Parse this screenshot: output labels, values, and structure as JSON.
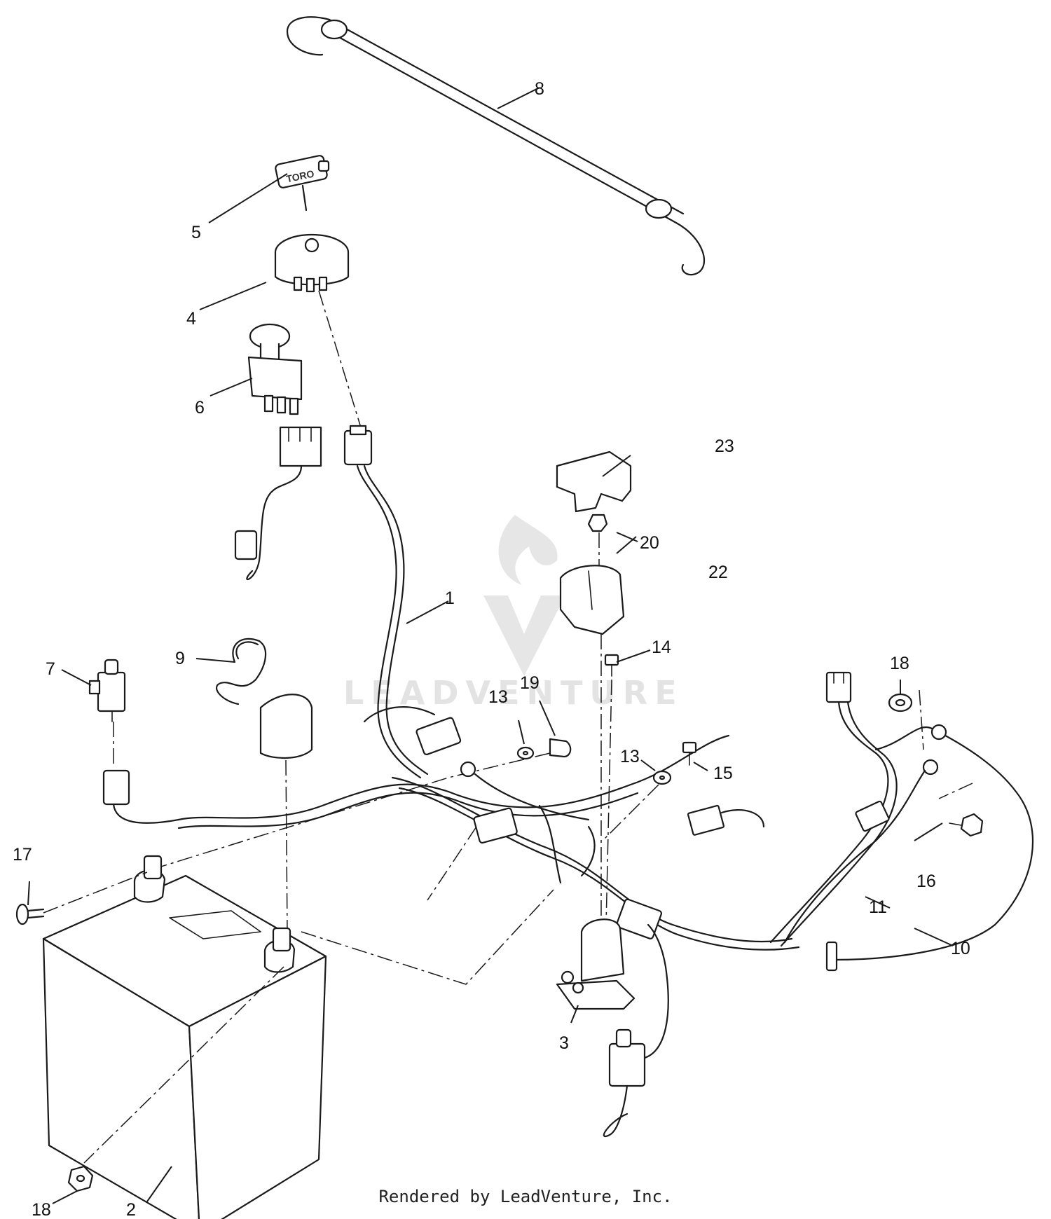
{
  "callouts": {
    "c1": "1",
    "c2": "2",
    "c3": "3",
    "c4": "4",
    "c5": "5",
    "c6": "6",
    "c7": "7",
    "c8": "8",
    "c9": "9",
    "c10": "10",
    "c11": "11",
    "c13a": "13",
    "c13b": "13",
    "c14": "14",
    "c15": "15",
    "c16": "16",
    "c17": "17",
    "c18a": "18",
    "c18b": "18",
    "c19": "19",
    "c20": "20",
    "c22": "22",
    "c23": "23"
  },
  "key_brand": "TORO",
  "watermark": "LEADVENTURE",
  "footer": "Rendered by LeadVenture, Inc."
}
